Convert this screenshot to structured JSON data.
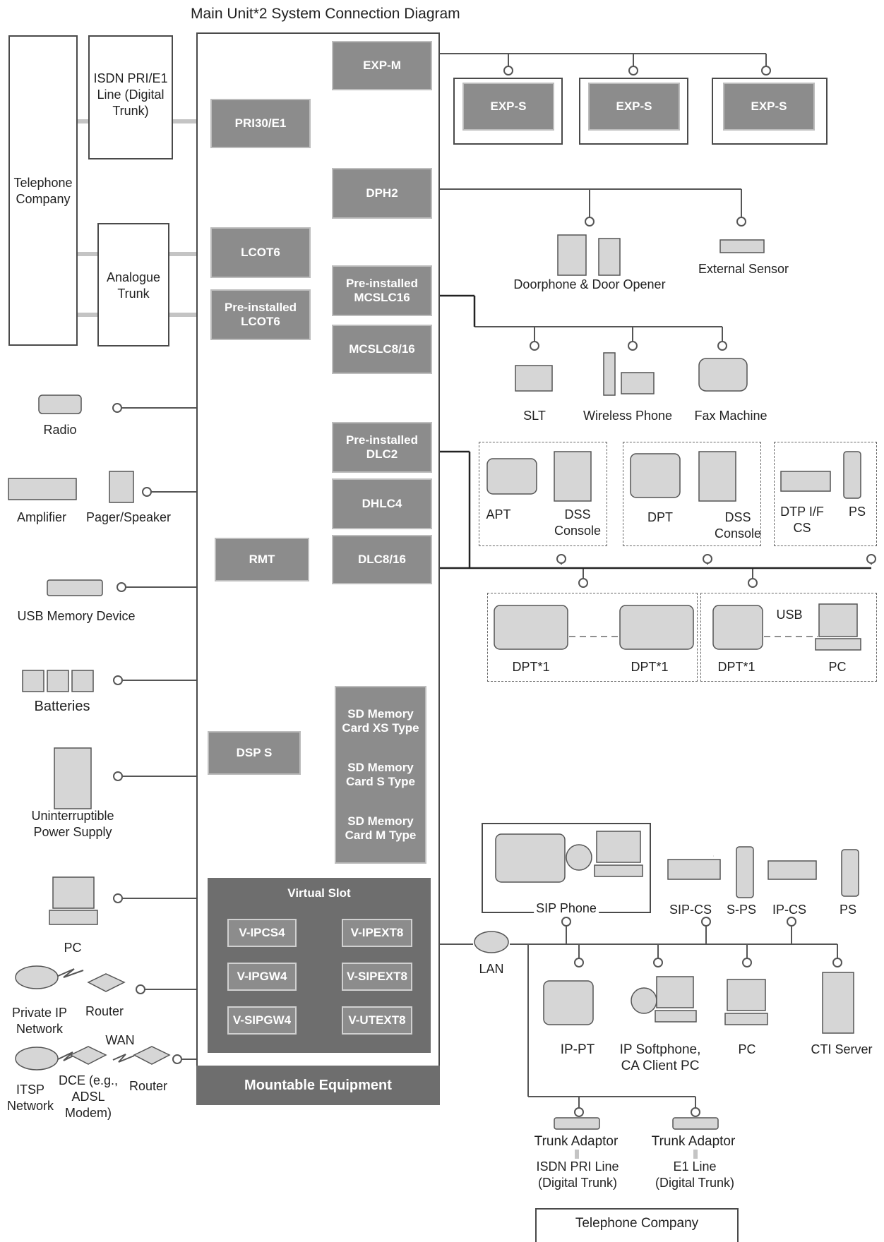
{
  "title": "Main Unit*2 System Connection Diagram",
  "left": {
    "telephone_company": "Telephone Company",
    "isdn_line": "ISDN PRI/E1 Line (Digital Trunk)",
    "analogue_trunk": "Analogue Trunk",
    "radio": "Radio",
    "amplifier": "Amplifier",
    "pager": "Pager/Speaker",
    "usb": "USB Memory Device",
    "batteries": "Batteries",
    "ups": "Uninterruptible Power Supply",
    "pc": "PC",
    "private_ip": "Private IP Network",
    "router1": "Router",
    "wan": "WAN",
    "itsp": "ITSP Network",
    "dce": "DCE (e.g., ADSL Modem)",
    "router2": "Router"
  },
  "cards": {
    "expm": "EXP-M",
    "pri": "PRI30/E1",
    "dph2": "DPH2",
    "lcot6": "LCOT6",
    "pre_lcot6": "Pre-installed LCOT6",
    "pre_mcslc16": "Pre-installed MCSLC16",
    "mcslc8": "MCSLC8/16",
    "pre_dlc2": "Pre-installed DLC2",
    "dhlc4": "DHLC4",
    "dlc816": "DLC8/16",
    "rmt": "RMT",
    "dsps": "DSP S",
    "sd_xs": "SD Memory Card XS Type",
    "sd_s": "SD Memory Card S Type",
    "sd_m": "SD Memory Card M Type",
    "virtual_slot": "Virtual Slot",
    "v_ipcs4": "V-IPCS4",
    "v_ipext8": "V-IPEXT8",
    "v_ipgw4": "V-IPGW4",
    "v_sipext8": "V-SIPEXT8",
    "v_sipgw4": "V-SIPGW4",
    "v_utext8": "V-UTEXT8",
    "mountable": "Mountable Equipment"
  },
  "right": {
    "exps": [
      "EXP-S",
      "EXP-S",
      "EXP-S"
    ],
    "doorphone": "Doorphone & Door Opener",
    "sensor": "External Sensor",
    "slt": "SLT",
    "wireless": "Wireless Phone",
    "fax": "Fax Machine",
    "apt": "APT",
    "dss1": "DSS Console",
    "dpt": "DPT",
    "dss2": "DSS Console",
    "dtp": "DTP I/F CS",
    "ps": "PS",
    "dpt1a": "DPT*1",
    "dpt1b": "DPT*1",
    "usb_link": "USB",
    "dpt1c": "DPT*1",
    "pc_dpt": "PC",
    "sip_phone": "SIP Phone",
    "sip_cs": "SIP-CS",
    "s_ps": "S-PS",
    "ip_cs": "IP-CS",
    "ps2": "PS",
    "lan": "LAN",
    "ip_pt": "IP-PT",
    "softphone": "IP Softphone, CA Client PC",
    "pc_lan": "PC",
    "cti": "CTI Server",
    "trunk1": "Trunk Adaptor",
    "trunk2": "Trunk Adaptor",
    "isdn_pri": "ISDN PRI Line (Digital Trunk)",
    "e1": "E1 Line (Digital Trunk)",
    "tel_co": "Telephone Company"
  },
  "colors": {
    "card": "#8c8c8c",
    "dark": "#6e6e6e",
    "line": "#555555",
    "bus": "#222222",
    "soft": "#c4c4c4"
  }
}
